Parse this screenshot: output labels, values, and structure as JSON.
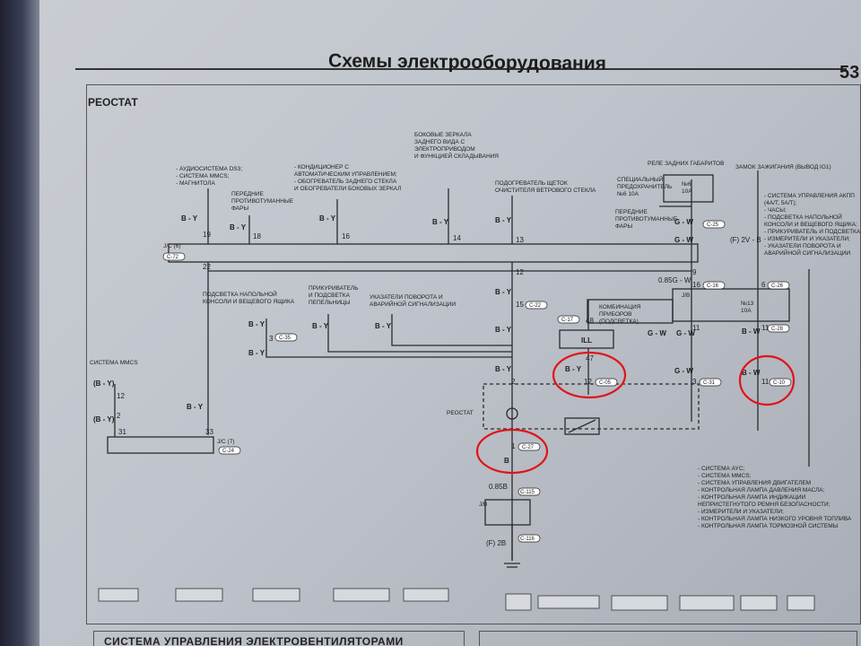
{
  "header": {
    "title": "Схемы электрооборудования",
    "page_number": "53"
  },
  "section": {
    "title": "РЕОСТАТ"
  },
  "bottom": {
    "title": "СИСТЕМА УПРАВЛЕНИЯ ЭЛЕКТРОВЕНТИЛЯТОРАМИ"
  },
  "labels": {
    "audio_l1": "- АУДИОСИСТЕМА DS3;",
    "audio_l2": "- СИСТЕМА MMCS;",
    "audio_l3": "- МАГНИТОЛА",
    "front_fog_l1": "ПЕРЕДНИЕ",
    "front_fog_l2": "ПРОТИВОТУМАННЫЕ",
    "front_fog_l3": "ФАРЫ",
    "ac_l1": "- КОНДИЦИОНЕР С",
    "ac_l2": "АВТОМАТИЧЕСКИМ УПРАВЛЕНИЕМ;",
    "ac_l3": "- ОБОГРЕВАТЕЛЬ ЗАДНЕГО СТЕКЛА",
    "ac_l4": "И ОБОГРЕВАТЕЛИ БОКОВЫХ ЗЕРКАЛ",
    "mirrors_l1": "БОКОВЫЕ ЗЕРКАЛА",
    "mirrors_l2": "ЗАДНЕГО ВИДА С",
    "mirrors_l3": "ЭЛЕКТРОПРИВОДОМ",
    "mirrors_l4": "И ФУНКЦИЕЙ СКЛАДЫВАНИЯ",
    "wiper_l1": "ПОДОГРЕВАТЕЛЬ ЩЕТОК",
    "wiper_l2": "ОЧИСТИТЕЛЯ ВЕТРОВОГО СТЕКЛА",
    "relay_tail": "РЕЛЕ ЗАДНИХ ГАБАРИТОВ",
    "ignition": "ЗАМОК ЗАЖИГАНИЯ (ВЫВОД IG1)",
    "special_fuse_l1": "СПЕЦИАЛЬНЫЙ",
    "special_fuse_l2": "ПРЕДОХРАНИТЕЛЬ",
    "special_fuse_l3": "№6 10А",
    "front_fog2_l1": "ПЕРЕДНИЕ",
    "front_fog2_l2": "ПРОТИВОТУМАННЫЕ",
    "front_fog2_l3": "ФАРЫ",
    "right_list_top": [
      "- СИСТЕМА УПРАВЛЕНИЯ АКПП",
      "(4А/Т, 5А/Т);",
      "- ЧАСЫ;",
      "- ПОДСВЕТКА НАПОЛЬНОЙ",
      "КОНСОЛИ И ВЕЩЕВОГО ЯЩИКА;",
      "- ПРИКУРИВАТЕЛЬ И ПОДСВЕТКА",
      "- ИЗМЕРИТЕЛИ И УКАЗАТЕЛИ;",
      "- УКАЗАТЕЛИ ПОВОРОТА И",
      "АВАРИЙНОЙ СИГНАЛИЗАЦИИ"
    ],
    "floor_l1": "ПОДСВЕТКА НАПОЛЬНОЙ",
    "floor_l2": "КОНСОЛИ И ВЕЩЕВОГО ЯЩИКА",
    "cig_l1": "ПРИКУРИВАТЕЛЬ",
    "cig_l2": "И ПОДСВЕТКА",
    "cig_l3": "ПЕПЕЛЬНИЦЫ",
    "turn_l1": "УКАЗАТЕЛИ ПОВОРОТА И",
    "turn_l2": "АВАРИЙНОЙ СИГНАЛИЗАЦИИ",
    "combo_l1": "КОМБИНАЦИЯ",
    "combo_l2": "ПРИБОРОВ",
    "combo_l3": "(ПОДСВЕТКА)",
    "mmcs": "СИСТЕМА MMCS",
    "rheostat": "РЕОСТАТ",
    "jc6": "J/C (6)",
    "jc7": "J/C (7)",
    "jb": "J/B",
    "ill": "ILL",
    "fuse13_l1": "№13",
    "fuse13_l2": "10А",
    "fuse6_l1": "№6",
    "fuse6_l2": "10А",
    "f_2v_b": "(F) 2V - B",
    "f_2b": "(F) 2B",
    "w_085b": "0.85B",
    "w_085gw": "0.85G - W",
    "right_list_bottom": [
      "- СИСТЕМА AYC;",
      "- СИСТЕМА MMCS;",
      "- СИСТЕМА УПРАВЛЕНИЯ ДВИГАТЕЛЕМ",
      "- КОНТРОЛЬНАЯ ЛАМПА ДАВЛЕНИЯ МАСЛА;",
      "- КОНТРОЛЬНАЯ ЛАМПА ИНДИКАЦИИ",
      "НЕПРИСТЕГНУТОГО РЕМНЯ БЕЗОПАСНОСТИ;",
      "- ИЗМЕРИТЕЛИ И УКАЗАТЕЛИ;",
      "- КОНТРОЛЬНАЯ ЛАМПА НИЗКОГО УРОВНЯ ТОПЛИВА",
      "- КОНТРОЛЬНАЯ ЛАМПА ТОРМОЗНОЙ СИСТЕМЫ"
    ]
  },
  "wire_colors": {
    "by": "B - Y",
    "byp": "(B - Y)",
    "gw": "G - W",
    "bw": "B - W",
    "b": "B"
  },
  "pins": {
    "p19": "19",
    "p18": "18",
    "p16": "16",
    "p14": "14",
    "p13": "13",
    "p22": "22",
    "p12": "12",
    "p15": "15",
    "p3": "3",
    "p2": "2",
    "p1": "1",
    "p47": "47",
    "p48": "48",
    "p12b": "12",
    "p3b": "3",
    "p11": "11",
    "p31": "31",
    "p33": "33",
    "p9": "9",
    "p16b": "16",
    "p6": "6",
    "p11b": "11",
    "p12c": "12",
    "p2c": "2",
    "p11c": "11"
  },
  "connectors": {
    "c72": "C-72",
    "c16": "C-16",
    "c22": "C-22",
    "c26": "C-26",
    "c28": "C-28",
    "c35": "C-35",
    "c17": "C-17",
    "c05": "C-05",
    "c115": "C-115",
    "c25": "C-25",
    "c116": "C-116",
    "c27": "C-27",
    "c10": "C-10",
    "c31": "C-31",
    "c24": "C-24"
  },
  "highlight_color": "#e0141a"
}
